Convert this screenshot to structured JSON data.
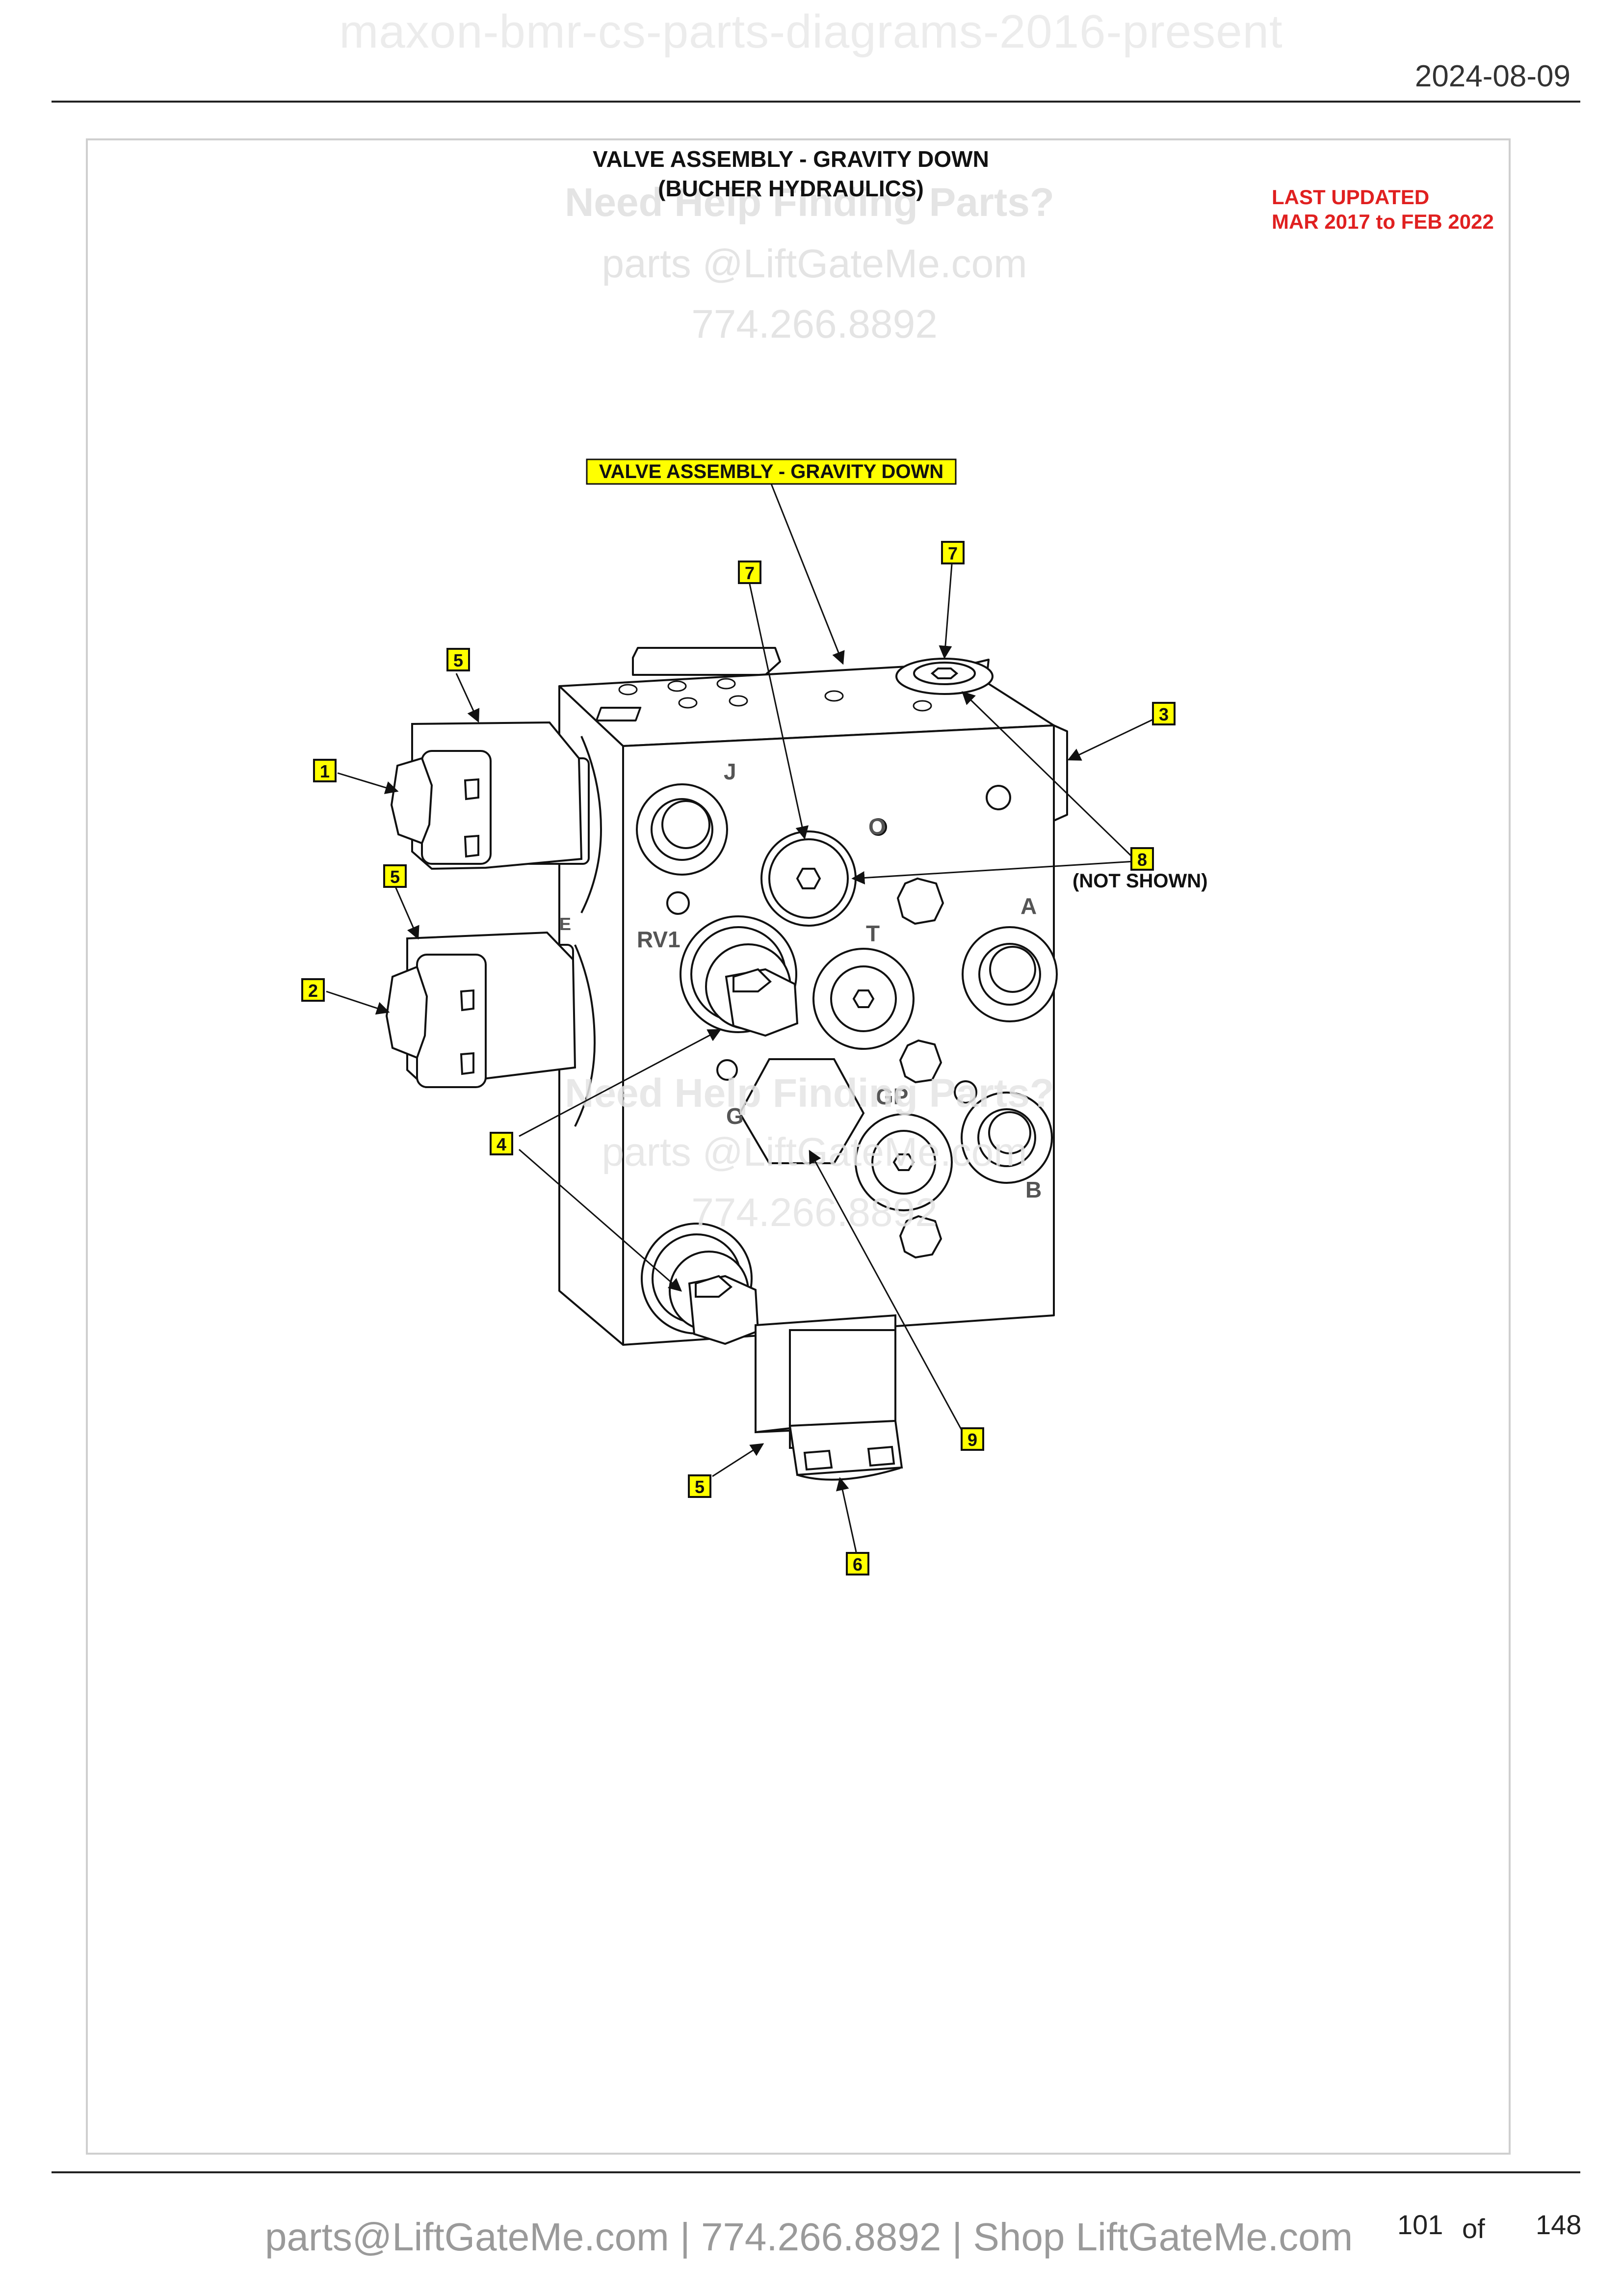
{
  "header": {
    "doc_title": "maxon-bmr-cs-parts-diagrams-2016-present",
    "date": "2024-08-09"
  },
  "diagram": {
    "title_line1": "VALVE ASSEMBLY - GRAVITY DOWN",
    "title_line2": "(BUCHER HYDRAULICS)",
    "last_updated_line1": "LAST UPDATED",
    "last_updated_line2": "MAR 2017 to FEB 2022",
    "assembly_tag": "VALVE ASSEMBLY - GRAVITY DOWN",
    "not_shown_note": "(NOT SHOWN)",
    "watermark": {
      "line1": "Need Help Finding Parts?",
      "line2": "parts @LiftGateMe.com",
      "line3": "774.266.8892"
    },
    "port_labels": {
      "J": "J",
      "O": "O",
      "A": "A",
      "RV1": "RV1",
      "T": "T",
      "G": "G",
      "GP": "GP",
      "B": "B",
      "E": "E"
    },
    "callouts": {
      "c1": "1",
      "c2": "2",
      "c3": "3",
      "c4": "4",
      "c5a": "5",
      "c5b": "5",
      "c5c": "5",
      "c6": "6",
      "c7a": "7",
      "c7b": "7",
      "c8": "8",
      "c9": "9"
    },
    "colors": {
      "callout_fill": "#ffff00",
      "last_updated": "#e02020",
      "watermark": "#e4e4e4"
    }
  },
  "footer": {
    "contact": "parts@LiftGateMe.com | 774.266.8892 | Shop LiftGateMe.com",
    "page_current": "101",
    "page_of": "of",
    "page_total": "148"
  }
}
